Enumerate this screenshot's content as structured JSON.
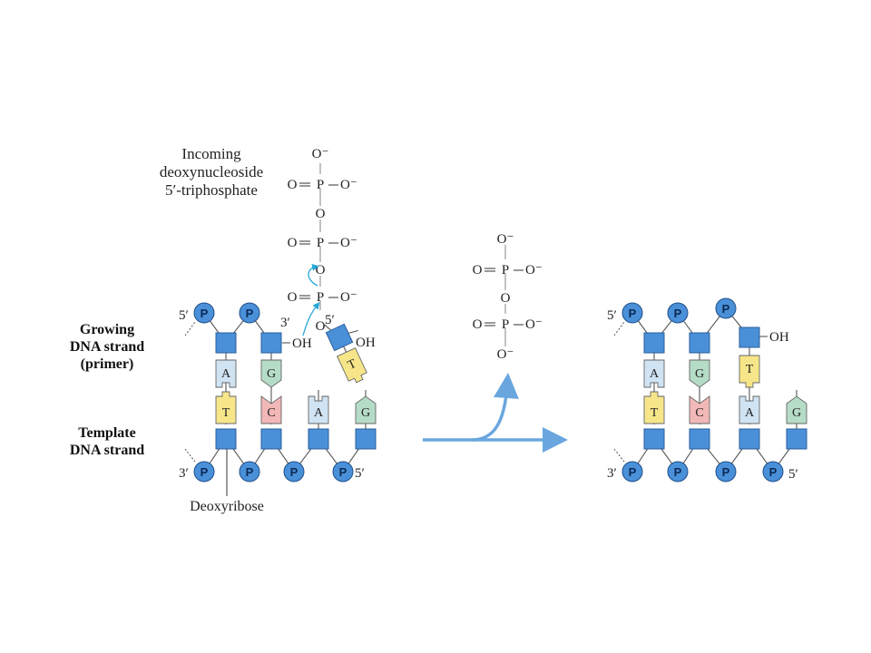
{
  "labels": {
    "incoming_line1": "Incoming",
    "incoming_line2": "deoxynucleoside",
    "incoming_line3": "5′-triphosphate",
    "growing_line1": "Growing",
    "growing_line2": "DNA strand",
    "growing_line3": "(primer)",
    "template_line1": "Template",
    "template_line2": "DNA strand",
    "deoxyribose": "Deoxyribose"
  },
  "ends": {
    "five_prime": "5′",
    "three_prime": "3′",
    "oh": "OH"
  },
  "chem": {
    "phosphorus": "P",
    "oxygen": "O",
    "o_minus": "O⁻"
  },
  "bases": {
    "left_primer": [
      "A",
      "G"
    ],
    "left_template": [
      "T",
      "C",
      "A",
      "G"
    ],
    "incoming": "T",
    "right_primer": [
      "A",
      "G",
      "T"
    ],
    "right_template": [
      "T",
      "C",
      "A",
      "G"
    ]
  },
  "colors": {
    "phosphate": "#4a90d9",
    "sugar": "#4a90d9",
    "adenine": "#cfe3f3",
    "guanine": "#b5dcc7",
    "thymine": "#f7e689",
    "cytosine": "#f2b8b8",
    "arrow": "#6aa6de",
    "electron_arrow": "#27a7d6"
  }
}
